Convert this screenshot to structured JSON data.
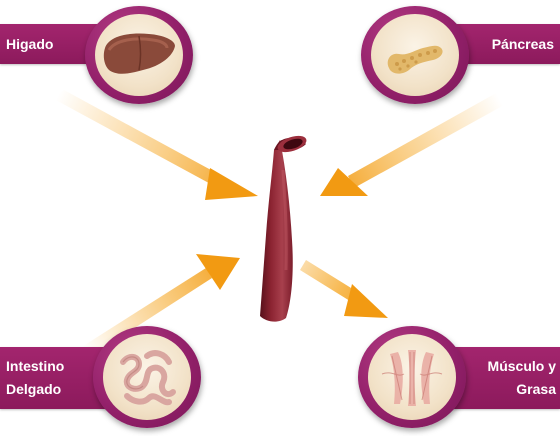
{
  "labels": {
    "liver": "Higado",
    "pancreas": "Páncreas",
    "intestine": [
      "Intestino",
      "Delgado"
    ],
    "muscle": [
      "Músculo y",
      "Grasa"
    ]
  },
  "icons": {
    "liver": "liver-icon",
    "pancreas": "pancreas-icon",
    "intestine": "small-intestine-icon",
    "muscle": "muscle-fat-icon",
    "vessel": "blood-vessel-icon"
  },
  "colors": {
    "label_bar": "#93206a",
    "arrow": "#f5a623",
    "vessel": "#7a1f2b"
  }
}
